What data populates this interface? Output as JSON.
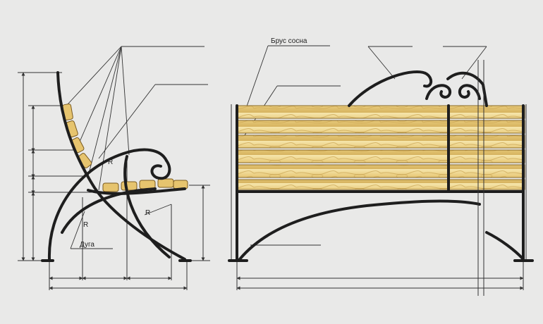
{
  "labels": {
    "pine_beam": "Брус сосна",
    "arc": "Дуга",
    "radius_side_1": "R",
    "radius_side_2": "R",
    "radius_side_3": "R"
  },
  "colors": {
    "background": "#e9e9e8",
    "metal": "#1e1e1e",
    "wood_light": "#f3dfa0",
    "wood_dark": "#d4b25e",
    "wood_edge": "#8a6a26",
    "dimension_line": "#333333"
  }
}
